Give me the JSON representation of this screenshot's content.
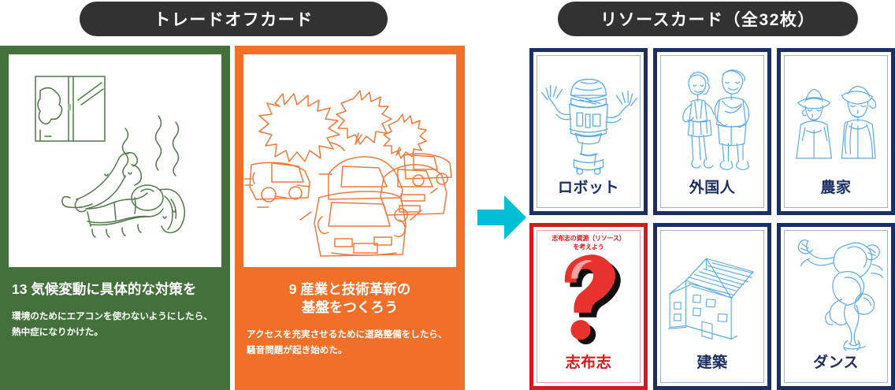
{
  "headers": {
    "tradeoff_label": "トレードオフカード",
    "resource_label": "リソースカード（全32枚）"
  },
  "colors": {
    "pill_bg": "#323232",
    "green": "#44703C",
    "orange": "#F0702A",
    "navy": "#1C2F62",
    "red": "#D6191C",
    "arrow_cyan": "#00BFD3",
    "sketch_blue": "#59A9E8"
  },
  "tradeoff_cards": [
    {
      "id": "climate-action",
      "color": "#44703C",
      "goal_number": "13",
      "title": "13 気候変動に具体的な対策を",
      "body": "環境のためにエアコンを使わないようにしたら、熱中症になりかけた。",
      "illustration": "person-lying-heatstroke-window-heat-waves"
    },
    {
      "id": "industry-innovation",
      "color": "#F0702A",
      "goal_number": "9",
      "title": "9 産業と技術革新の\n基盤をつくろう",
      "title_line1": "9 産業と技術革新の",
      "title_line2": "基盤をつくろう",
      "body": "アクセスを充実させるために道路整備をしたら、騒音問題が起き始めた。",
      "illustration": "traffic-jam-cars-with-noise-bursts"
    }
  ],
  "arrow": {
    "direction": "right",
    "color": "#00BFD3",
    "name": "flow-arrow"
  },
  "resource_cards": [
    {
      "id": "robot",
      "label": "ロボット",
      "accent": "navy",
      "illustration": "robot-sketch",
      "top_note": ""
    },
    {
      "id": "foreigner",
      "label": "外国人",
      "accent": "navy",
      "illustration": "two-people-sketch",
      "top_note": ""
    },
    {
      "id": "farmer",
      "label": "農家",
      "accent": "navy",
      "illustration": "two-farmers-sketch",
      "top_note": ""
    },
    {
      "id": "shibushi",
      "label": "志布志",
      "accent": "red",
      "illustration": "question-mark",
      "top_note": "志布志の資源（リソース）\nを考えよう",
      "top_note_line1": "志布志の資源（リソース）",
      "top_note_line2": "を考えよう"
    },
    {
      "id": "architecture",
      "label": "建築",
      "accent": "navy",
      "illustration": "house-sketch",
      "top_note": ""
    },
    {
      "id": "dance",
      "label": "ダンス",
      "accent": "navy",
      "illustration": "breakdancer-sketch",
      "top_note": ""
    }
  ]
}
